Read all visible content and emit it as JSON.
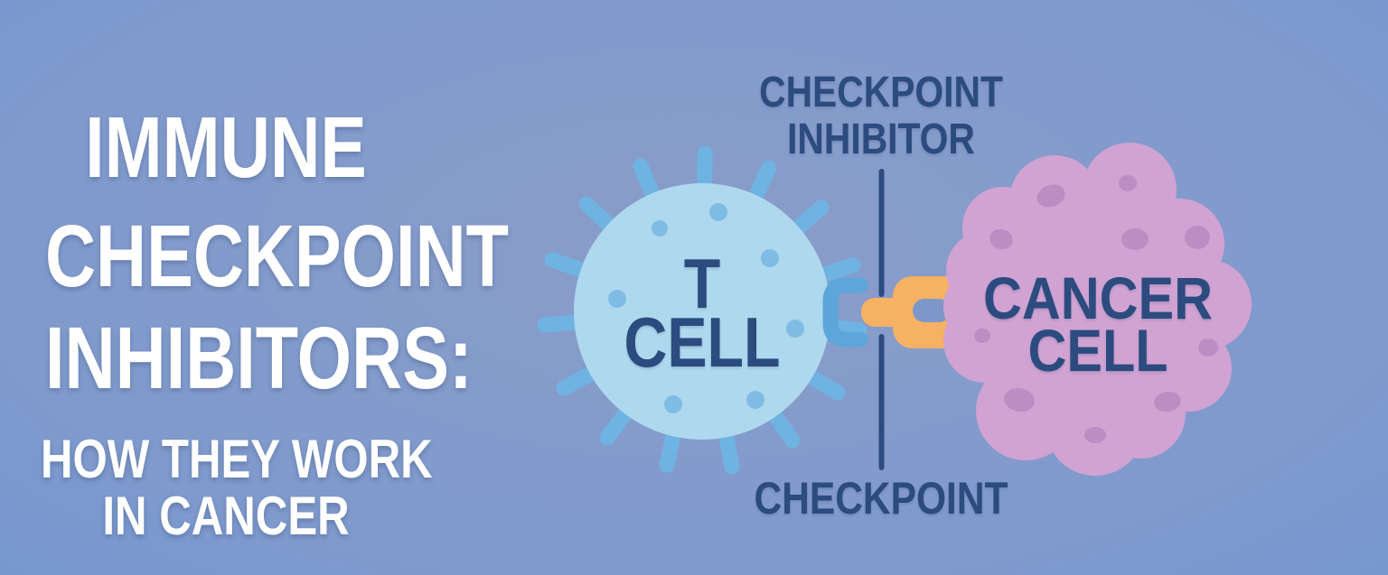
{
  "title": {
    "line1": "IMMUNE",
    "line2": "CHECKPOINT",
    "line3": "INHIBITORS:",
    "subtitle_line1": "HOW THEY WORK",
    "subtitle_line2": "IN CANCER"
  },
  "diagram": {
    "inhibitor_label_line1": "CHECKPOINT",
    "inhibitor_label_line2": "INHIBITOR",
    "checkpoint_label": "CHECKPOINT",
    "t_cell_label_line1": "T",
    "t_cell_label_line2": "CELL",
    "cancer_cell_label_line1": "CANCER",
    "cancer_cell_label_line2": "CELL"
  },
  "colors": {
    "background_center": "#8A9DC9",
    "background_edge": "#5F90D2",
    "title_text": "#FFFFFF",
    "navy_text": "#2C4B7E",
    "inhibitor_line": "#2C4B7E",
    "t_cell_body": "#AED8EE",
    "t_cell_spikes": "#6FB3E2",
    "t_cell_dots": "#7FBCE4",
    "t_cell_receptor": "#5CA6DA",
    "checkpoint_ligand_orange": "#F6B162",
    "ligand_hole": "#7E97C9",
    "cancer_cell_body": "#D0A3D3",
    "cancer_cell_spots": "#BB8DC3"
  }
}
